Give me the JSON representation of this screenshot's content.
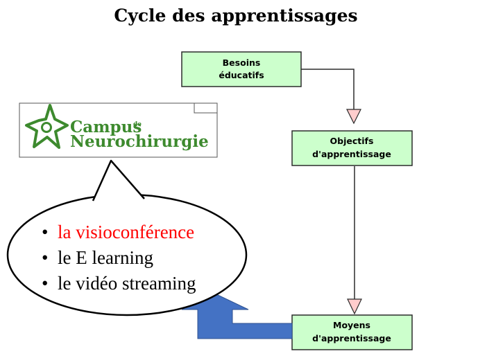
{
  "title": "Cycle des apprentissages",
  "colors": {
    "box_fill": "#ccffcc",
    "box_stroke": "#2b2b2b",
    "arrowhead_fill": "#ffcccc",
    "return_arrow_fill": "#4472c4",
    "logo_green": "#3d8a2e",
    "highlight_red": "#ff0000",
    "text_black": "#000000"
  },
  "boxes": [
    {
      "line1": "Besoins",
      "line2": "éducatifs"
    },
    {
      "line1": "Objectifs",
      "line2": "d'apprentissage"
    },
    {
      "line1": "Moyens",
      "line2": "d'apprentissage"
    }
  ],
  "logo": {
    "word1": "Campus",
    "small": "de",
    "word2": "Neurochirurgie",
    "icon": "neuron-icon"
  },
  "bubble": {
    "bullet": "•",
    "items": [
      {
        "text": "la visioconférence",
        "highlight": true
      },
      {
        "text": "le E learning",
        "highlight": false
      },
      {
        "text": "le vidéo streaming",
        "highlight": false
      }
    ]
  }
}
